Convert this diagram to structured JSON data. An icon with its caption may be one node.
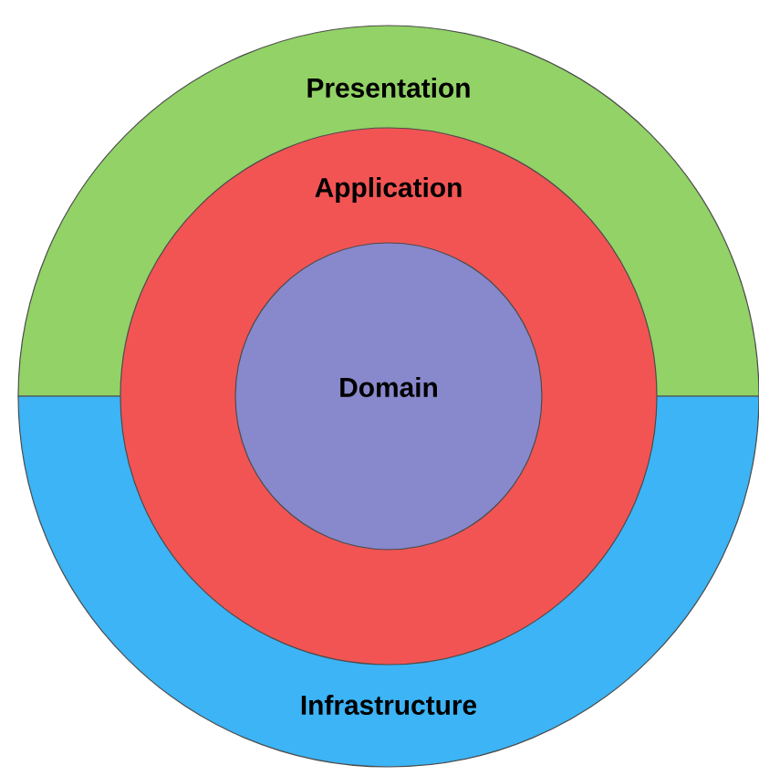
{
  "diagram": {
    "nodes": [
      {
        "text": [
          "Presentation"
        ]
      },
      {
        "text": [
          "Infrastructure"
        ]
      },
      {
        "text": [
          "Application"
        ]
      },
      {
        "text": [
          "Domain"
        ],
        "in": 2
      }
    ]
  }
}
